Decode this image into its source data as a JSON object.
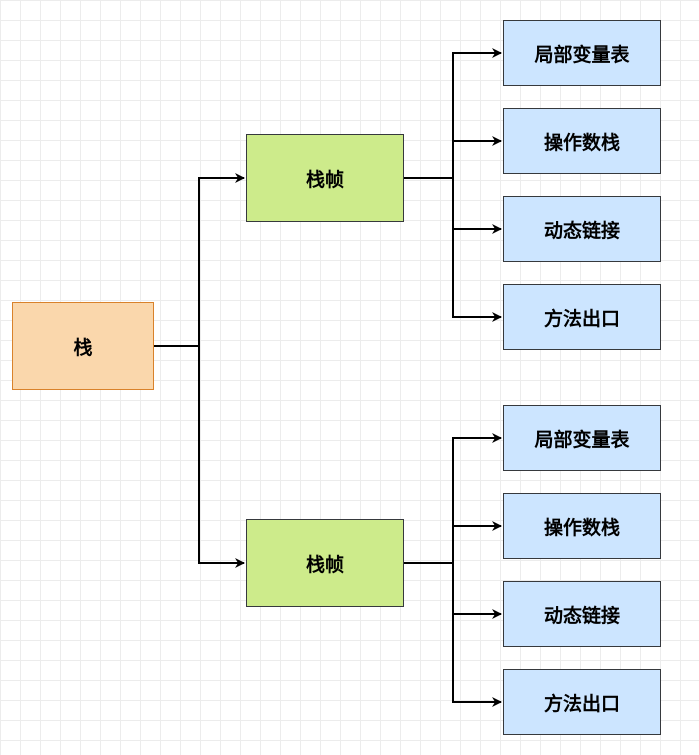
{
  "diagram": {
    "root": {
      "label": "栈"
    },
    "frames": [
      {
        "label": "栈帧",
        "children": [
          "局部变量表",
          "操作数栈",
          "动态链接",
          "方法出口"
        ]
      },
      {
        "label": "栈帧",
        "children": [
          "局部变量表",
          "操作数栈",
          "动态链接",
          "方法出口"
        ]
      }
    ],
    "colors": {
      "root_fill": "#fad7ac",
      "root_border": "#d9822b",
      "frame_fill": "#cdeb8b",
      "leaf_fill": "#cce5ff",
      "border": "#36393d",
      "connector": "#000000"
    }
  }
}
